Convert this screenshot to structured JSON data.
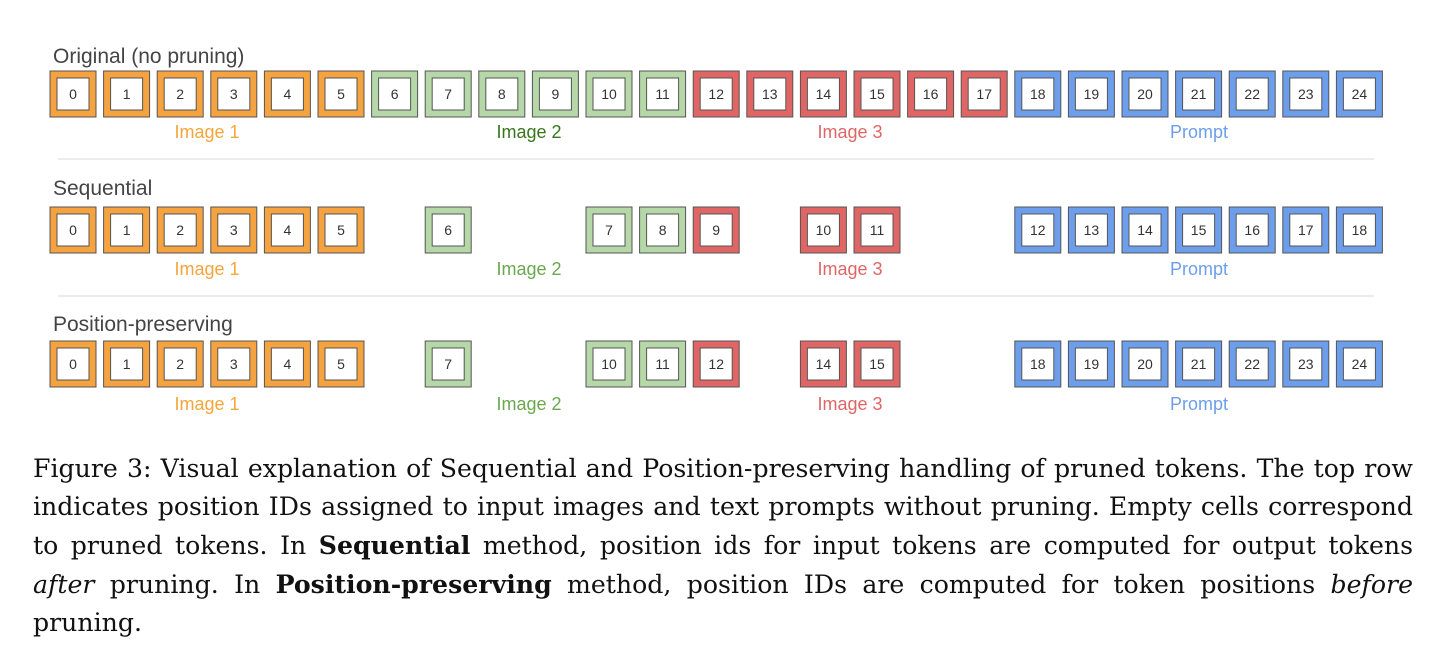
{
  "colors": {
    "image1": "#f4a340",
    "image2": "#b6d7a8",
    "image3": "#e06666",
    "prompt": "#6d9eeb",
    "label_image1": "#f6a53a",
    "label_image2_top": "#38761d",
    "label_image2": "#6aa84f",
    "label_image3": "#e06666",
    "label_prompt": "#6d9eeb"
  },
  "diagram": {
    "rows": [
      {
        "title": "Original (no pruning)",
        "cells": [
          {
            "slot": 0,
            "id": "0",
            "group": "image1"
          },
          {
            "slot": 1,
            "id": "1",
            "group": "image1"
          },
          {
            "slot": 2,
            "id": "2",
            "group": "image1"
          },
          {
            "slot": 3,
            "id": "3",
            "group": "image1"
          },
          {
            "slot": 4,
            "id": "4",
            "group": "image1"
          },
          {
            "slot": 5,
            "id": "5",
            "group": "image1"
          },
          {
            "slot": 6,
            "id": "6",
            "group": "image2"
          },
          {
            "slot": 7,
            "id": "7",
            "group": "image2"
          },
          {
            "slot": 8,
            "id": "8",
            "group": "image2"
          },
          {
            "slot": 9,
            "id": "9",
            "group": "image2"
          },
          {
            "slot": 10,
            "id": "10",
            "group": "image2"
          },
          {
            "slot": 11,
            "id": "11",
            "group": "image2"
          },
          {
            "slot": 12,
            "id": "12",
            "group": "image3"
          },
          {
            "slot": 13,
            "id": "13",
            "group": "image3"
          },
          {
            "slot": 14,
            "id": "14",
            "group": "image3"
          },
          {
            "slot": 15,
            "id": "15",
            "group": "image3"
          },
          {
            "slot": 16,
            "id": "16",
            "group": "image3"
          },
          {
            "slot": 17,
            "id": "17",
            "group": "image3"
          },
          {
            "slot": 18,
            "id": "18",
            "group": "prompt"
          },
          {
            "slot": 19,
            "id": "19",
            "group": "prompt"
          },
          {
            "slot": 20,
            "id": "20",
            "group": "prompt"
          },
          {
            "slot": 21,
            "id": "21",
            "group": "prompt"
          },
          {
            "slot": 22,
            "id": "22",
            "group": "prompt"
          },
          {
            "slot": 23,
            "id": "23",
            "group": "prompt"
          },
          {
            "slot": 24,
            "id": "24",
            "group": "prompt"
          }
        ],
        "labels": [
          "Image 1",
          "Image 2",
          "Image 3",
          "Prompt"
        ]
      },
      {
        "title": "Sequential",
        "cells": [
          {
            "slot": 0,
            "id": "0",
            "group": "image1"
          },
          {
            "slot": 1,
            "id": "1",
            "group": "image1"
          },
          {
            "slot": 2,
            "id": "2",
            "group": "image1"
          },
          {
            "slot": 3,
            "id": "3",
            "group": "image1"
          },
          {
            "slot": 4,
            "id": "4",
            "group": "image1"
          },
          {
            "slot": 5,
            "id": "5",
            "group": "image1"
          },
          {
            "slot": 7,
            "id": "6",
            "group": "image2"
          },
          {
            "slot": 10,
            "id": "7",
            "group": "image2"
          },
          {
            "slot": 11,
            "id": "8",
            "group": "image2"
          },
          {
            "slot": 12,
            "id": "9",
            "group": "image3"
          },
          {
            "slot": 14,
            "id": "10",
            "group": "image3"
          },
          {
            "slot": 15,
            "id": "11",
            "group": "image3"
          },
          {
            "slot": 18,
            "id": "12",
            "group": "prompt"
          },
          {
            "slot": 19,
            "id": "13",
            "group": "prompt"
          },
          {
            "slot": 20,
            "id": "14",
            "group": "prompt"
          },
          {
            "slot": 21,
            "id": "15",
            "group": "prompt"
          },
          {
            "slot": 22,
            "id": "16",
            "group": "prompt"
          },
          {
            "slot": 23,
            "id": "17",
            "group": "prompt"
          },
          {
            "slot": 24,
            "id": "18",
            "group": "prompt"
          }
        ],
        "labels": [
          "Image 1",
          "Image 2",
          "Image 3",
          "Prompt"
        ]
      },
      {
        "title": "Position-preserving",
        "cells": [
          {
            "slot": 0,
            "id": "0",
            "group": "image1"
          },
          {
            "slot": 1,
            "id": "1",
            "group": "image1"
          },
          {
            "slot": 2,
            "id": "2",
            "group": "image1"
          },
          {
            "slot": 3,
            "id": "3",
            "group": "image1"
          },
          {
            "slot": 4,
            "id": "4",
            "group": "image1"
          },
          {
            "slot": 5,
            "id": "5",
            "group": "image1"
          },
          {
            "slot": 7,
            "id": "7",
            "group": "image2"
          },
          {
            "slot": 10,
            "id": "10",
            "group": "image2"
          },
          {
            "slot": 11,
            "id": "11",
            "group": "image2"
          },
          {
            "slot": 12,
            "id": "12",
            "group": "image3"
          },
          {
            "slot": 14,
            "id": "14",
            "group": "image3"
          },
          {
            "slot": 15,
            "id": "15",
            "group": "image3"
          },
          {
            "slot": 18,
            "id": "18",
            "group": "prompt"
          },
          {
            "slot": 19,
            "id": "19",
            "group": "prompt"
          },
          {
            "slot": 20,
            "id": "20",
            "group": "prompt"
          },
          {
            "slot": 21,
            "id": "21",
            "group": "prompt"
          },
          {
            "slot": 22,
            "id": "22",
            "group": "prompt"
          },
          {
            "slot": 23,
            "id": "23",
            "group": "prompt"
          },
          {
            "slot": 24,
            "id": "24",
            "group": "prompt"
          }
        ],
        "labels": [
          "Image 1",
          "Image 2",
          "Image 3",
          "Prompt"
        ]
      }
    ]
  },
  "caption": {
    "lead": "Figure 3: Visual explanation of Sequential and Position-preserving handling of pruned tokens. The top row indicates position IDs assigned to input images and text prompts without pruning. Empty cells correspond to pruned tokens. In ",
    "bold1": "Sequential",
    "mid1": " method, position ids for input tokens are computed for output tokens ",
    "italic1": "after",
    "mid2": " pruning. In ",
    "bold2": "Position-preserving",
    "mid3": " method, position IDs are computed for token positions ",
    "italic2": "before",
    "tail": " pruning."
  }
}
